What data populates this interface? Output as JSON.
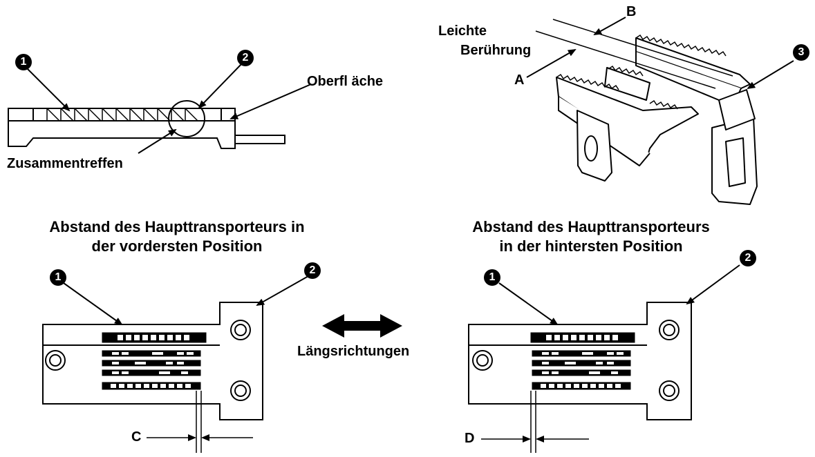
{
  "top_left": {
    "marker_1": "1",
    "marker_2": "2",
    "label_surface": "Oberfl äche",
    "label_meet": "Zusammentreffen"
  },
  "top_right": {
    "label_b": "B",
    "label_light_touch_1": "Leichte",
    "label_light_touch_2": "Berührung",
    "label_a": "A",
    "marker_3": "3"
  },
  "bottom_left": {
    "title_line1": "Abstand des Haupttransporteurs in",
    "title_line2": "der vordersten Position",
    "marker_1": "1",
    "marker_2": "2",
    "label_c": "C"
  },
  "center": {
    "label_direction": "Längsrichtungen"
  },
  "bottom_right": {
    "title_line1": "Abstand des Haupttransporteurs",
    "title_line2": "in der hintersten Position",
    "marker_1": "1",
    "marker_2": "2",
    "label_d": "D"
  }
}
